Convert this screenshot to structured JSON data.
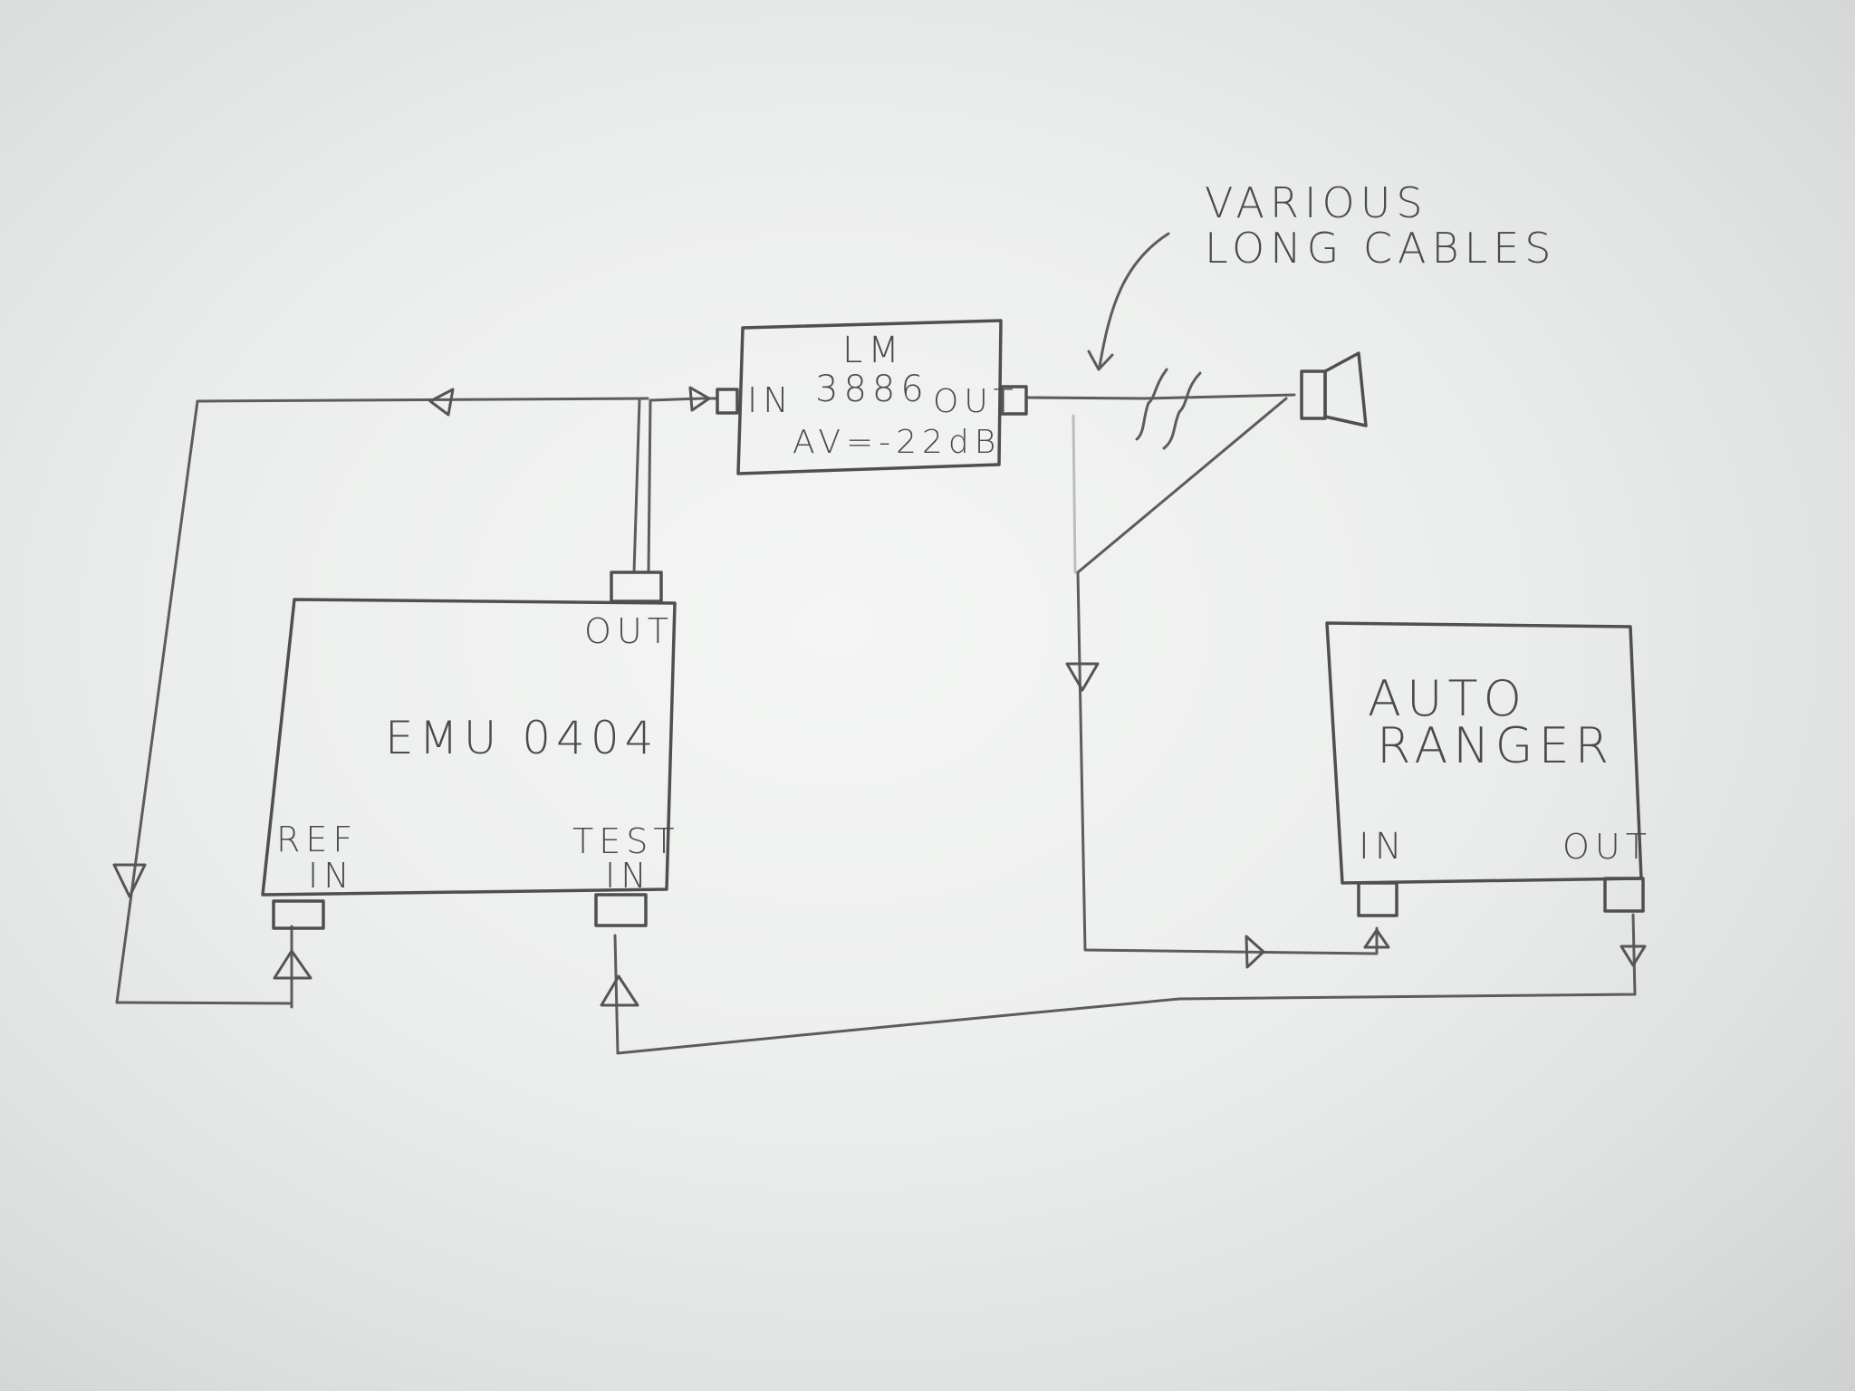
{
  "annotation": {
    "line1": "VARIOUS",
    "line2": "LONG CABLES"
  },
  "amplifier": {
    "name_line1": "LM",
    "name_line2": "3886",
    "in_label": "IN",
    "out_label": "OUT",
    "gain_label": "AV=-22dB"
  },
  "emu": {
    "name": "EMU 0404",
    "out_label": "OUT",
    "ref_in_line1": "REF",
    "ref_in_line2": "IN",
    "test_in_line1": "TEST",
    "test_in_line2": "IN"
  },
  "autoranger": {
    "name_line1": "AUTO",
    "name_line2": "RANGER",
    "in_label": "IN",
    "out_label": "OUT"
  },
  "colors": {
    "paper": "#eceeed",
    "pencil": "#4f4f4f"
  }
}
